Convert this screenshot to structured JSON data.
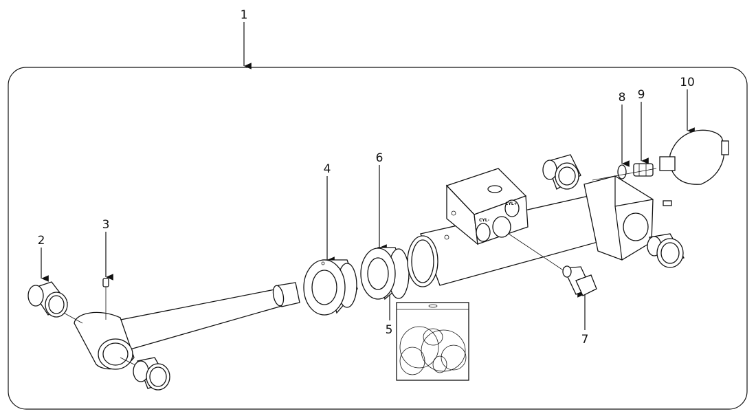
{
  "diagram": {
    "type": "exploded-parts-view",
    "callouts": [
      "1",
      "2",
      "3",
      "4",
      "5",
      "6",
      "7",
      "8",
      "9",
      "10"
    ],
    "port_labels": {
      "cyl_minus": "CYL-",
      "cyl_plus": "CYL+"
    }
  }
}
